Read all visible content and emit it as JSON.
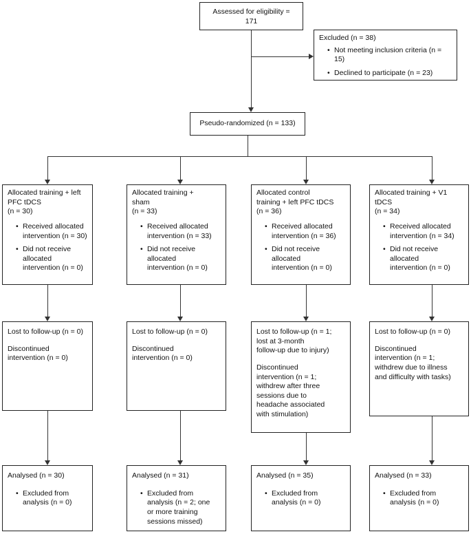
{
  "eligibility": {
    "line1": "Assessed for eligibility =",
    "line2": "171"
  },
  "excluded": {
    "title": "Excluded (n = 38)",
    "items": [
      "Not meeting inclusion criteria (n = 15)",
      "Declined to participate (n = 23)"
    ]
  },
  "randomized": "Pseudo-randomized (n = 133)",
  "allocation": [
    {
      "title": [
        "Allocated training + left",
        "PFC tDCS",
        "(n = 30)"
      ],
      "items": [
        [
          "Received allocated",
          "intervention (n = 30)"
        ],
        [
          "Did not receive",
          "allocated",
          "intervention (n = 0)"
        ]
      ]
    },
    {
      "title": [
        "Allocated training +",
        "sham",
        "(n = 33)"
      ],
      "items": [
        [
          "Received allocated",
          "intervention (n = 33)"
        ],
        [
          "Did not receive",
          "allocated",
          "intervention (n = 0)"
        ]
      ]
    },
    {
      "title": [
        "Allocated control",
        "training + left PFC tDCS",
        "(n = 36)"
      ],
      "items": [
        [
          "Received allocated",
          "intervention (n = 36)"
        ],
        [
          "Did not receive",
          "allocated",
          "intervention (n = 0)"
        ]
      ]
    },
    {
      "title": [
        "Allocated training + V1",
        "tDCS",
        "(n = 34)"
      ],
      "items": [
        [
          "Received allocated",
          "intervention (n = 34)"
        ],
        [
          "Did not receive",
          "allocated",
          "intervention (n = 0)"
        ]
      ]
    }
  ],
  "followup": [
    {
      "lost": [
        "Lost to follow-up (n = 0)"
      ],
      "discontinued": [
        "Discontinued",
        "intervention (n = 0)"
      ]
    },
    {
      "lost": [
        "Lost to follow-up (n = 0)"
      ],
      "discontinued": [
        "Discontinued",
        "intervention (n = 0)"
      ]
    },
    {
      "lost": [
        "Lost to follow-up (n = 1;",
        "lost at 3-month",
        "follow-up due to injury)"
      ],
      "discontinued": [
        "Discontinued",
        "intervention (n = 1;",
        "withdrew after three",
        "sessions due to",
        "headache associated",
        "with stimulation)"
      ]
    },
    {
      "lost": [
        "Lost to follow-up (n = 0)"
      ],
      "discontinued": [
        "Discontinued",
        "intervention (n = 1;",
        "withdrew due to illness",
        "and difficulty with tasks)"
      ]
    }
  ],
  "analysis": [
    {
      "title": "Analysed (n = 30)",
      "items": [
        [
          "Excluded from",
          "analysis (n = 0)"
        ]
      ]
    },
    {
      "title": "Analysed (n = 31)",
      "items": [
        [
          "Excluded from",
          "analysis (n = 2; one",
          "or more training",
          "sessions missed)"
        ]
      ]
    },
    {
      "title": "Analysed (n = 35)",
      "items": [
        [
          "Excluded from",
          "analysis (n = 0)"
        ]
      ]
    },
    {
      "title": "Analysed (n = 33)",
      "items": [
        [
          "Excluded from",
          "analysis (n = 0)"
        ]
      ]
    }
  ]
}
